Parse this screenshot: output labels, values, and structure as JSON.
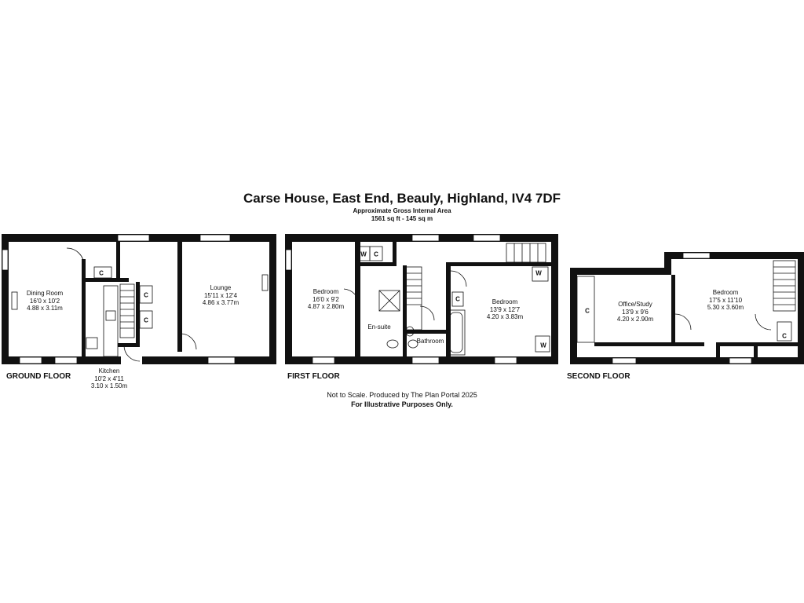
{
  "header": {
    "title": "Carse House, East End, Beauly, Highland, IV4 7DF",
    "area_label": "Approximate Gross Internal Area",
    "area_value": "1561 sq ft - 145 sq m"
  },
  "floors": {
    "ground": "GROUND FLOOR",
    "first": "FIRST FLOOR",
    "second": "SECOND FLOOR"
  },
  "rooms": {
    "dining": {
      "name": "Dining Room",
      "imperial": "16'0 x 10'2",
      "metric": "4.88 x 3.11m"
    },
    "lounge": {
      "name": "Lounge",
      "imperial": "15'11 x 12'4",
      "metric": "4.86 x 3.77m"
    },
    "kitchen": {
      "name": "Kitchen",
      "imperial": "10'2 x 4'11",
      "metric": "3.10 x 1.50m"
    },
    "bedroom1": {
      "name": "Bedroom",
      "imperial": "16'0 x 9'2",
      "metric": "4.87 x 2.80m"
    },
    "bedroom2": {
      "name": "Bedroom",
      "imperial": "13'9 x 12'7",
      "metric": "4.20 x 3.83m"
    },
    "ensuite": {
      "name": "En-suite"
    },
    "bathroom": {
      "name": "Bathroom"
    },
    "office": {
      "name": "Office/Study",
      "imperial": "13'9 x 9'6",
      "metric": "4.20 x 2.90m"
    },
    "bedroom3": {
      "name": "Bedroom",
      "imperial": "17'5 x 11'10",
      "metric": "5.30 x 3.60m"
    }
  },
  "symbols": {
    "cupboard": "C",
    "wardrobe": "W"
  },
  "footer": {
    "line1": "Not to Scale. Produced by The Plan Portal 2025",
    "line2": "For Illustrative Purposes Only."
  },
  "colors": {
    "wall": "#111111",
    "window": "#ffffff",
    "fixture": "#555555"
  }
}
